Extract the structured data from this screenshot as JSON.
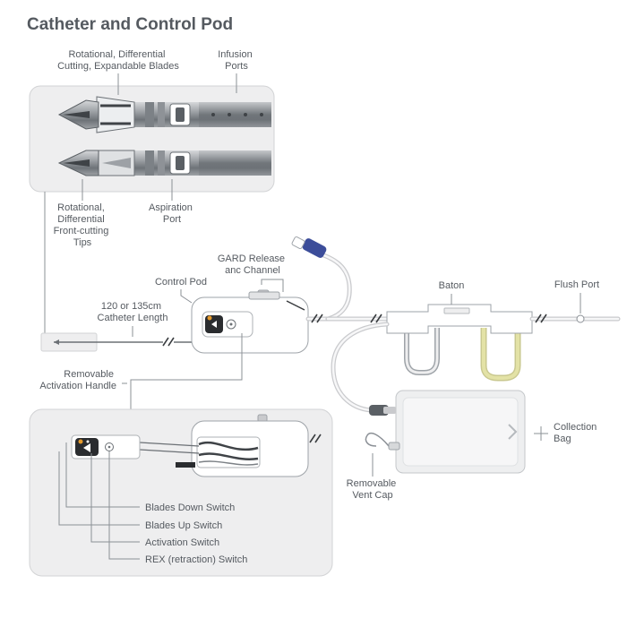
{
  "title": "Catheter and Control Pod",
  "labels": {
    "blades": [
      "Rotational, Differential",
      "Cutting, Expandable Blades"
    ],
    "infusion": [
      "Infusion",
      "Ports"
    ],
    "tips": [
      "Rotational,",
      "Differential",
      "Front-cutting",
      "Tips"
    ],
    "aspiration": [
      "Aspiration",
      "Port"
    ],
    "gard": [
      "GARD Release",
      "anc Channel"
    ],
    "control_pod": "Control Pod",
    "catheter_length": [
      "120 or 135cm",
      "Catheter Length"
    ],
    "baton": "Baton",
    "flush_port": "Flush Port",
    "handle": [
      "Removable",
      "Activation Handle"
    ],
    "collection_bag": [
      "Collection",
      "Bag"
    ],
    "vent_cap": [
      "Removable",
      "Vent Cap"
    ],
    "blades_down": "Blades Down Switch",
    "blades_up": "Blades Up Switch",
    "activation": "Activation Switch",
    "rex": "REX (retraction) Switch"
  },
  "colors": {
    "label_text": "#555a60",
    "panel_fill": "#eeeeef",
    "connector_blue": "#3c4d9a",
    "baton_yellow_loop": "#e3e2a6",
    "switch_orange": "#e59a2c"
  }
}
